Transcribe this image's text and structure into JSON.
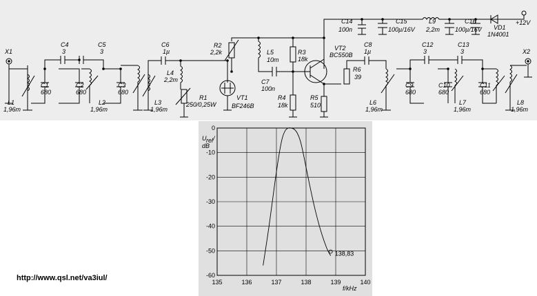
{
  "url": "http://www.qsl.net/va3iul/",
  "components": {
    "x1": "X1",
    "x2": "X2",
    "l1_name": "L1",
    "l1_value": "1,96m",
    "l2_name": "L2",
    "l2_value": "1,96m",
    "l3_name": "L3",
    "l3_value": "1,96m",
    "l4_name": "L4",
    "l4_value": "2,2m",
    "l5_name": "L5",
    "l5_value": "10m",
    "l6_name": "L6",
    "l6_value": "1,96m",
    "l7_name": "L7",
    "l7_value": "1,96m",
    "l8_name": "L8",
    "l8_value": "1,96m",
    "l9_name": "L9",
    "l9_value": "2,2m",
    "c1_name": "C1",
    "c1_value": "680",
    "c2_name": "C2",
    "c2_value": "680",
    "c3_name": "C3",
    "c3_value": "680",
    "c4_name": "C4",
    "c4_value": "3",
    "c5_name": "C5",
    "c5_value": "3",
    "c6_name": "C6",
    "c6_value": "1µ",
    "c7_name": "C7",
    "c7_value": "100n",
    "c8_name": "C8",
    "c8_value": "1µ",
    "c9_name": "C9",
    "c9_value": "680",
    "c10_name": "C10",
    "c10_value": "680",
    "c11_name": "C11",
    "c11_value": "680",
    "c12_name": "C12",
    "c12_value": "3",
    "c13_name": "C13",
    "c13_value": "3",
    "c14_name": "C14",
    "c14_value": "100n",
    "c15_name": "C15",
    "c15_value": "100µ/16V",
    "c16_name": "C16",
    "c16_value": "100µ/16V",
    "r1_name": "R1",
    "r1_value": "250/0,25W",
    "r2_name": "R2",
    "r2_value": "2,2k",
    "r3_name": "R3",
    "r3_value": "18k",
    "r4_name": "R4",
    "r4_value": "18k",
    "r5_name": "R5",
    "r5_value": "510",
    "r6_name": "R6",
    "r6_value": "39",
    "vt1_name": "VT1",
    "vt1_value": "BF246B",
    "vt2_name": "VT2",
    "vt2_value": "BC550B",
    "vd1_name": "VD1",
    "vd1_value": "1N4001",
    "supply": "+12V"
  },
  "chart_data": {
    "type": "line",
    "ylabel_main": "U",
    "ylabel_sub": "rel",
    "ylabel_suffix": "/",
    "ylabel_unit": "dB",
    "xlabel": "f/kHz",
    "xlim": [
      135,
      140
    ],
    "ylim": [
      -60,
      0
    ],
    "x_ticks": [
      "135",
      "136",
      "137",
      "138",
      "139",
      "140"
    ],
    "y_ticks": [
      "0",
      "-10",
      "-20",
      "-30",
      "-40",
      "-50",
      "-60"
    ],
    "grid": true,
    "series": [
      {
        "x": [
          136.55,
          136.75,
          136.95,
          137.1,
          137.2,
          137.3,
          137.4,
          137.5,
          137.6,
          137.7,
          137.8,
          137.9,
          138.1,
          138.3,
          138.5,
          138.7,
          138.83
        ],
        "y": [
          -56,
          -40,
          -22,
          -10,
          -4,
          -1,
          0,
          0,
          -0.5,
          -2,
          -5,
          -10,
          -22,
          -33,
          -42,
          -49,
          -52
        ]
      }
    ],
    "annotation": {
      "text": "138,83",
      "x": 138.83,
      "y": -52
    }
  }
}
